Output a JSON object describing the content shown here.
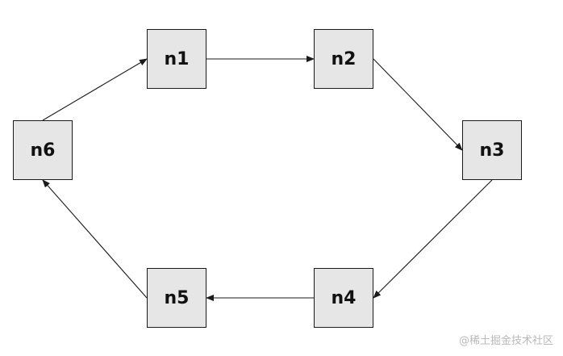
{
  "nodes": [
    {
      "id": "n1",
      "label": "n1"
    },
    {
      "id": "n2",
      "label": "n2"
    },
    {
      "id": "n3",
      "label": "n3"
    },
    {
      "id": "n4",
      "label": "n4"
    },
    {
      "id": "n5",
      "label": "n5"
    },
    {
      "id": "n6",
      "label": "n6"
    }
  ],
  "edges": [
    {
      "from": "n1",
      "to": "n2"
    },
    {
      "from": "n2",
      "to": "n3"
    },
    {
      "from": "n3",
      "to": "n4"
    },
    {
      "from": "n4",
      "to": "n5"
    },
    {
      "from": "n5",
      "to": "n6"
    },
    {
      "from": "n6",
      "to": "n1"
    }
  ],
  "colors": {
    "node_fill": "#e6e6e6",
    "node_border": "#1a1a1a",
    "edge": "#1a1a1a",
    "watermark": "#b8b8b8"
  },
  "watermark": "@稀土掘金技术社区"
}
